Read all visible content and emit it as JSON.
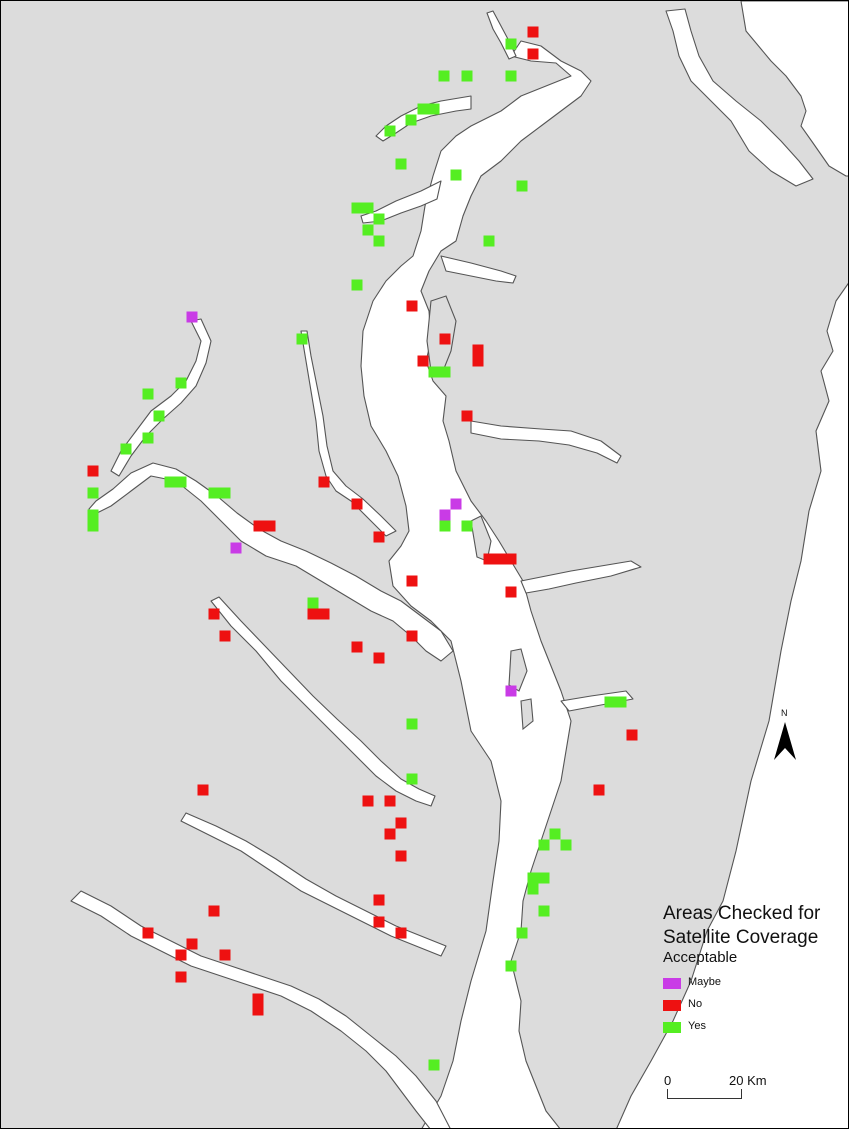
{
  "colors": {
    "land": "#dcdcdc",
    "water": "#ffffff",
    "coast": "#555555",
    "maybe": "#c93be6",
    "no": "#ee1111",
    "yes": "#55ee22"
  },
  "legend": {
    "title_line1": "Areas Checked for",
    "title_line2": "Satellite Coverage",
    "subtitle": "Acceptable",
    "items": [
      {
        "category": "maybe",
        "label": "Maybe"
      },
      {
        "category": "no",
        "label": "No"
      },
      {
        "category": "yes",
        "label": "Yes"
      }
    ]
  },
  "scale": {
    "start": "0",
    "end": "20 Km"
  },
  "north_label": "N"
}
